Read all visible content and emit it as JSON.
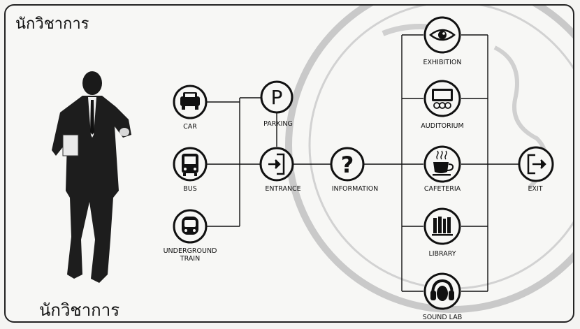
{
  "title": "นักวิชาการ",
  "caption": "นักวิชาการ",
  "nodes": {
    "car": "CAR",
    "bus": "BUS",
    "train_line1": "UNDERGROUND",
    "train_line2": "TRAIN",
    "parking": "PARKING",
    "entrance": "ENTRANCE",
    "information": "INFORMATION",
    "exhibition": "EXHIBITION",
    "auditorium": "AUDITORIUM",
    "cafeteria": "CAFETERIA",
    "library": "LIBRARY",
    "sound_lab": "SOUND LAB",
    "exit": "EXIT"
  },
  "icons": {
    "car": "car-icon",
    "bus": "bus-icon",
    "train": "train-icon",
    "parking": "parking-icon",
    "entrance": "entrance-icon",
    "information": "question-mark-icon",
    "exhibition": "eye-icon",
    "auditorium": "auditorium-icon",
    "cafeteria": "coffee-cup-icon",
    "library": "books-icon",
    "sound_lab": "headphones-icon",
    "exit": "exit-icon"
  },
  "colors": {
    "line": "#111111",
    "background": "#f7f7f5",
    "watermark": "#c9c9c9"
  }
}
